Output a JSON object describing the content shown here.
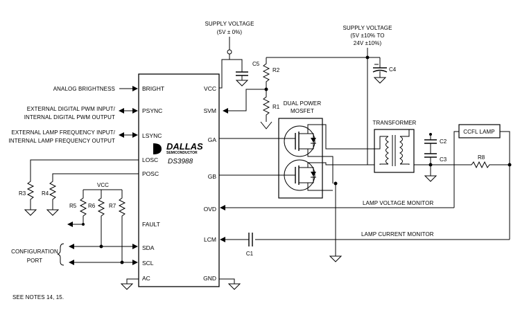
{
  "supply_5v": {
    "line1": "SUPPLY VOLTAGE",
    "line2": "(5V ± 0%)"
  },
  "supply_24v": {
    "line1": "SUPPLY VOLTAGE",
    "line2": "(5V ±10% TO",
    "line3": "24V ±10%)"
  },
  "left_signals": {
    "analog_brightness": "ANALOG BRIGHTNESS",
    "pwm_in": "EXTERNAL DIGITAL PWM INPUT/",
    "pwm_out": "INTERNAL DIGITAL PWM OUTPUT",
    "freq_in": "EXTERNAL LAMP FREQUENCY INPUT/",
    "freq_out": "INTERNAL LAMP FREQUENCY OUTPUT",
    "config_line1": "CONFIGURATION",
    "config_line2": "PORT"
  },
  "chip": {
    "brand": "DALLAS",
    "brand_sub": "SEMICONDUCTOR",
    "part": "DS3988",
    "left_pins": [
      "BRIGHT",
      "PSYNC",
      "LSYNC",
      "LOSC",
      "POSC",
      "FAULT",
      "SDA",
      "SCL",
      "AC"
    ],
    "right_pins": [
      "VCC",
      "SVM",
      "GA",
      "GB",
      "OVD",
      "LCM",
      "GND"
    ]
  },
  "components": {
    "R1": "R1",
    "R2": "R2",
    "R3": "R3",
    "R4": "R4",
    "R5": "R5",
    "R6": "R6",
    "R7": "R7",
    "R8": "R8",
    "C1": "C1",
    "C2": "C2",
    "C3": "C3",
    "C4": "C4",
    "C5": "C5",
    "vcc": "VCC"
  },
  "blocks": {
    "mosfet_line1": "DUAL POWER",
    "mosfet_line2": "MOSFET",
    "transformer": "TRANSFORMER",
    "lamp": "CCFL LAMP"
  },
  "monitors": {
    "voltage": "LAMP VOLTAGE MONITOR",
    "current": "LAMP CURRENT MONITOR"
  },
  "notes": "SEE NOTES 14, 15."
}
